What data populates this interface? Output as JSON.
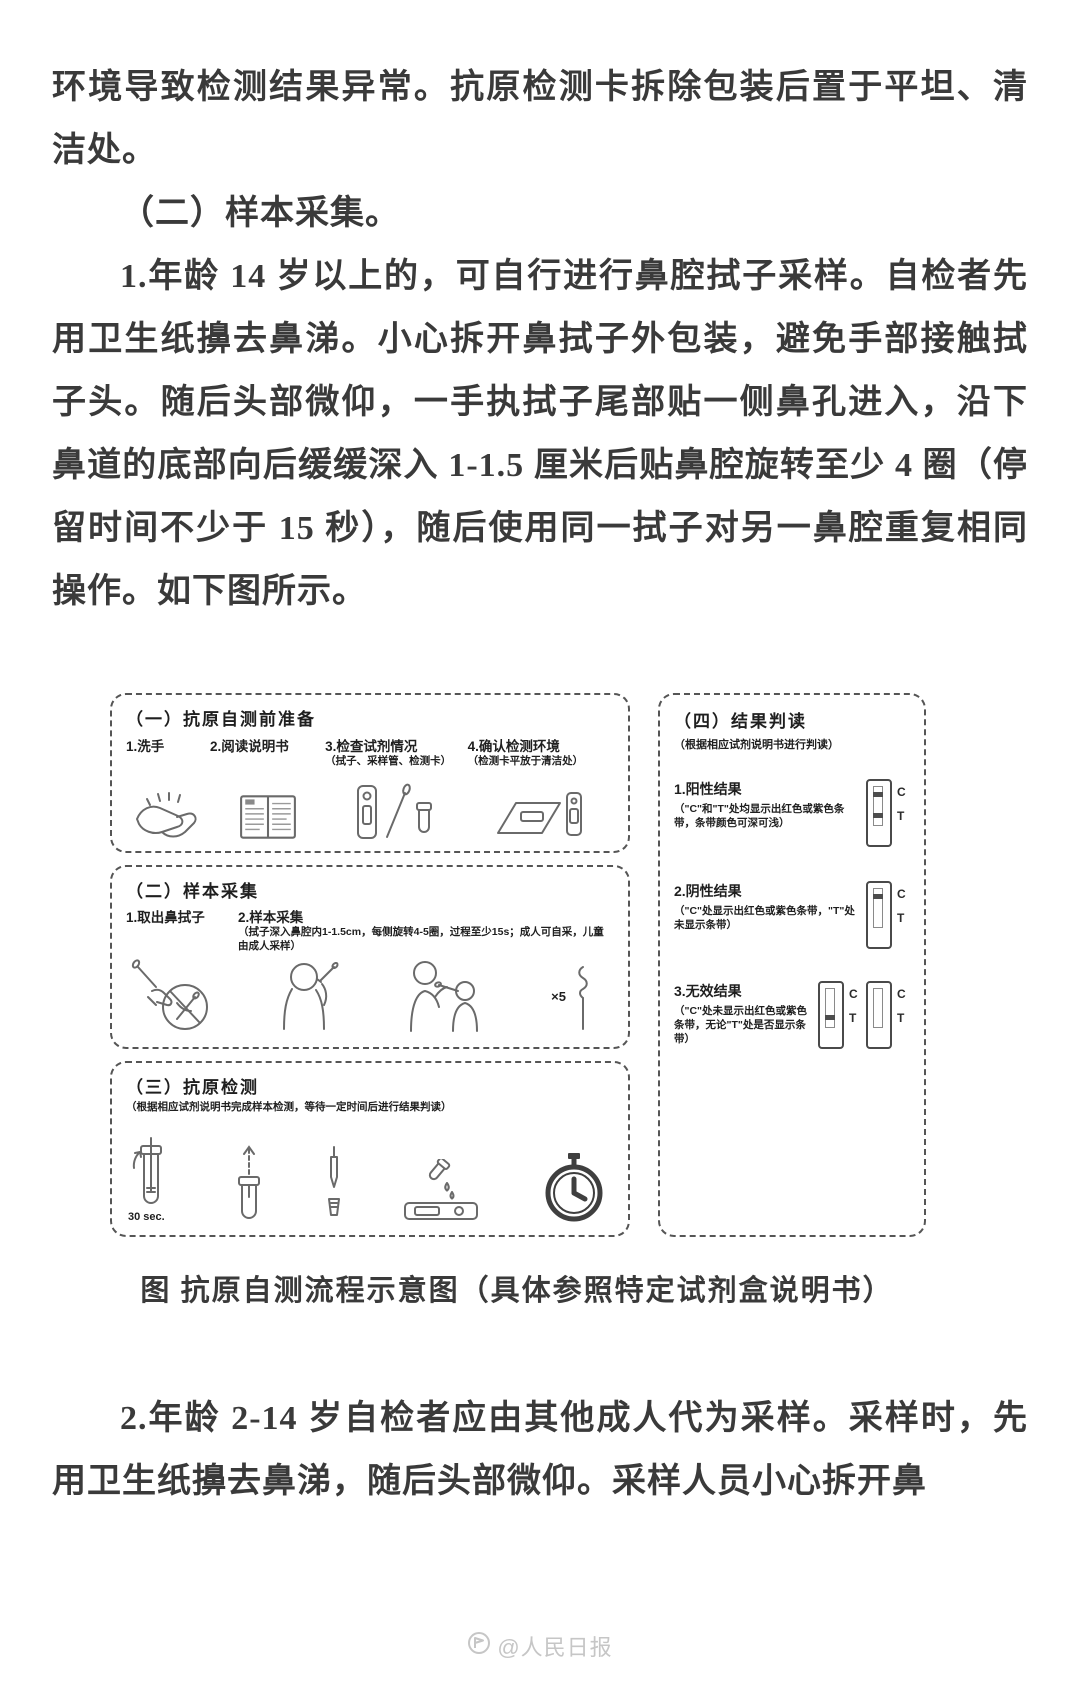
{
  "document": {
    "paragraphs": {
      "p1": "环境导致检测结果异常。抗原检测卡拆除包装后置于平坦、清洁处。",
      "p2": "（二）样本采集。",
      "p3": "1.年龄 14 岁以上的，可自行进行鼻腔拭子采样。自检者先用卫生纸擤去鼻涕。小心拆开鼻拭子外包装，避免手部接触拭子头。随后头部微仰，一手执拭子尾部贴一侧鼻孔进入，沿下鼻道的底部向后缓缓深入 1-1.5 厘米后贴鼻腔旋转至少 4 圈（停留时间不少于 15 秒），随后使用同一拭子对另一鼻腔重复相同操作。如下图所示。",
      "p4": "2.年龄 2-14 岁自检者应由其他成人代为采样。采样时，先用卫生纸擤去鼻涕，随后头部微仰。采样人员小心拆开鼻"
    },
    "figure": {
      "caption": "图  抗原自测流程示意图（具体参照特定试剂盒说明书）",
      "panel1": {
        "title": "（一）抗原自测前准备",
        "steps": [
          {
            "label": "1.洗手"
          },
          {
            "label": "2.阅读说明书"
          },
          {
            "label": "3.检查试剂情况",
            "note": "（拭子、采样管、检测卡）"
          },
          {
            "label": "4.确认检测环境",
            "note": "（检测卡平放于清洁处）"
          }
        ]
      },
      "panel2": {
        "title": "（二）样本采集",
        "step1": "1.取出鼻拭子",
        "step2": "2.样本采集",
        "step2_note": "（拭子深入鼻腔内1-1.5cm，每侧旋转4-5圈，过程至少15s；成人可自采，儿童由成人采样）",
        "times_label": "×5"
      },
      "panel3": {
        "title": "（三）抗原检测",
        "note": "（根据相应试剂说明书完成样本检测，等待一定时间后进行结果判读）",
        "timer_label": "30 sec."
      },
      "panel4": {
        "title": "（四）结果判读",
        "note": "（根据相应试剂说明书进行判读）",
        "strip_labels": {
          "c": "C",
          "t": "T"
        },
        "results": [
          {
            "label": "1.阳性结果",
            "desc": "（\"C\"和\"T\"处均显示出红色或紫色条带，条带颜色可深可浅）"
          },
          {
            "label": "2.阴性结果",
            "desc": "（\"C\"处显示出红色或紫色条带，\"T\"处未显示条带）"
          },
          {
            "label": "3.无效结果",
            "desc": "（\"C\"处未显示出红色或紫色条带，无论\"T\"处是否显示条带）"
          }
        ]
      }
    },
    "footer": {
      "watermark": "@人民日报"
    }
  }
}
